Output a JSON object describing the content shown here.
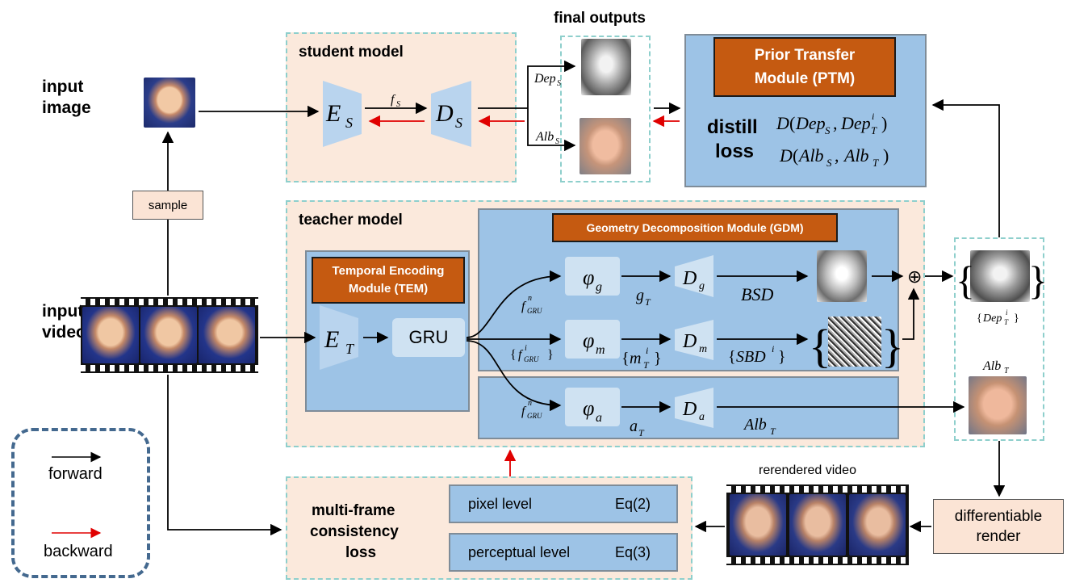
{
  "labels": {
    "final_outputs": "final outputs",
    "student_model": "student model",
    "teacher_model": "teacher model",
    "input_image_1": "input",
    "input_image_2": "image",
    "input_video_1": "input",
    "input_video_2": "video",
    "sample": "sample",
    "ptm_1": "Prior Transfer",
    "ptm_2": "Module (PTM)",
    "distill_1": "distill",
    "distill_2": "loss",
    "gdm": "Geometry Decomposition Module (GDM)",
    "tem_1": "Temporal Encoding",
    "tem_2": "Module (TEM)",
    "gru": "GRU",
    "forward": "forward",
    "backward": "backward",
    "mfcl_1": "multi-frame",
    "mfcl_2": "consistency",
    "mfcl_3": "loss",
    "pixel_level": "pixel level",
    "eq2": "Eq(2)",
    "perceptual_level": "perceptual level",
    "eq3": "Eq(3)",
    "rerendered": "rerendered video",
    "diff_1": "differentiable",
    "diff_2": "render"
  },
  "math": {
    "E": "E",
    "D": "D",
    "S": "S",
    "T": "T",
    "f": "f",
    "dep": "Dep",
    "alb": "Alb",
    "phi": "φ",
    "g": "g",
    "m": "m",
    "a": "a",
    "n": "n",
    "i": "i",
    "gru_sub": "GRU",
    "BSD": "BSD",
    "SBD": "SBD",
    "oplus": "⊕",
    "D_fn": "D",
    "lbrace": "{",
    "rbrace": "}",
    "lparen": "(",
    "rparen": ")",
    "comma": ","
  },
  "colors": {
    "orange": "#c55a11",
    "panel_blue": "#9dc3e6",
    "peach": "#fbe9dc",
    "dashed_teal": "#8ecfcc",
    "forward_arrow": "#000000",
    "backward_arrow": "#e00000"
  }
}
